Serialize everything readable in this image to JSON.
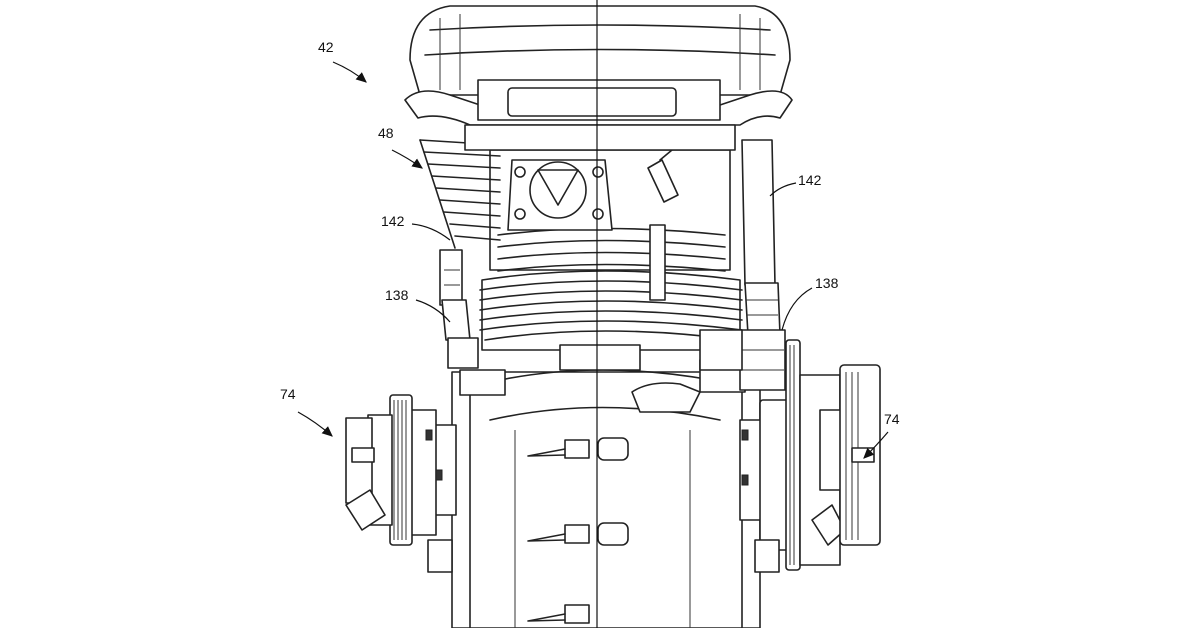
{
  "figure": {
    "reference_numerals": {
      "n42": "42",
      "n48": "48",
      "n142_left": "142",
      "n142_right": "142",
      "n138_left": "138",
      "n138_right": "138",
      "n74_left": "74",
      "n74_right": "74"
    }
  }
}
